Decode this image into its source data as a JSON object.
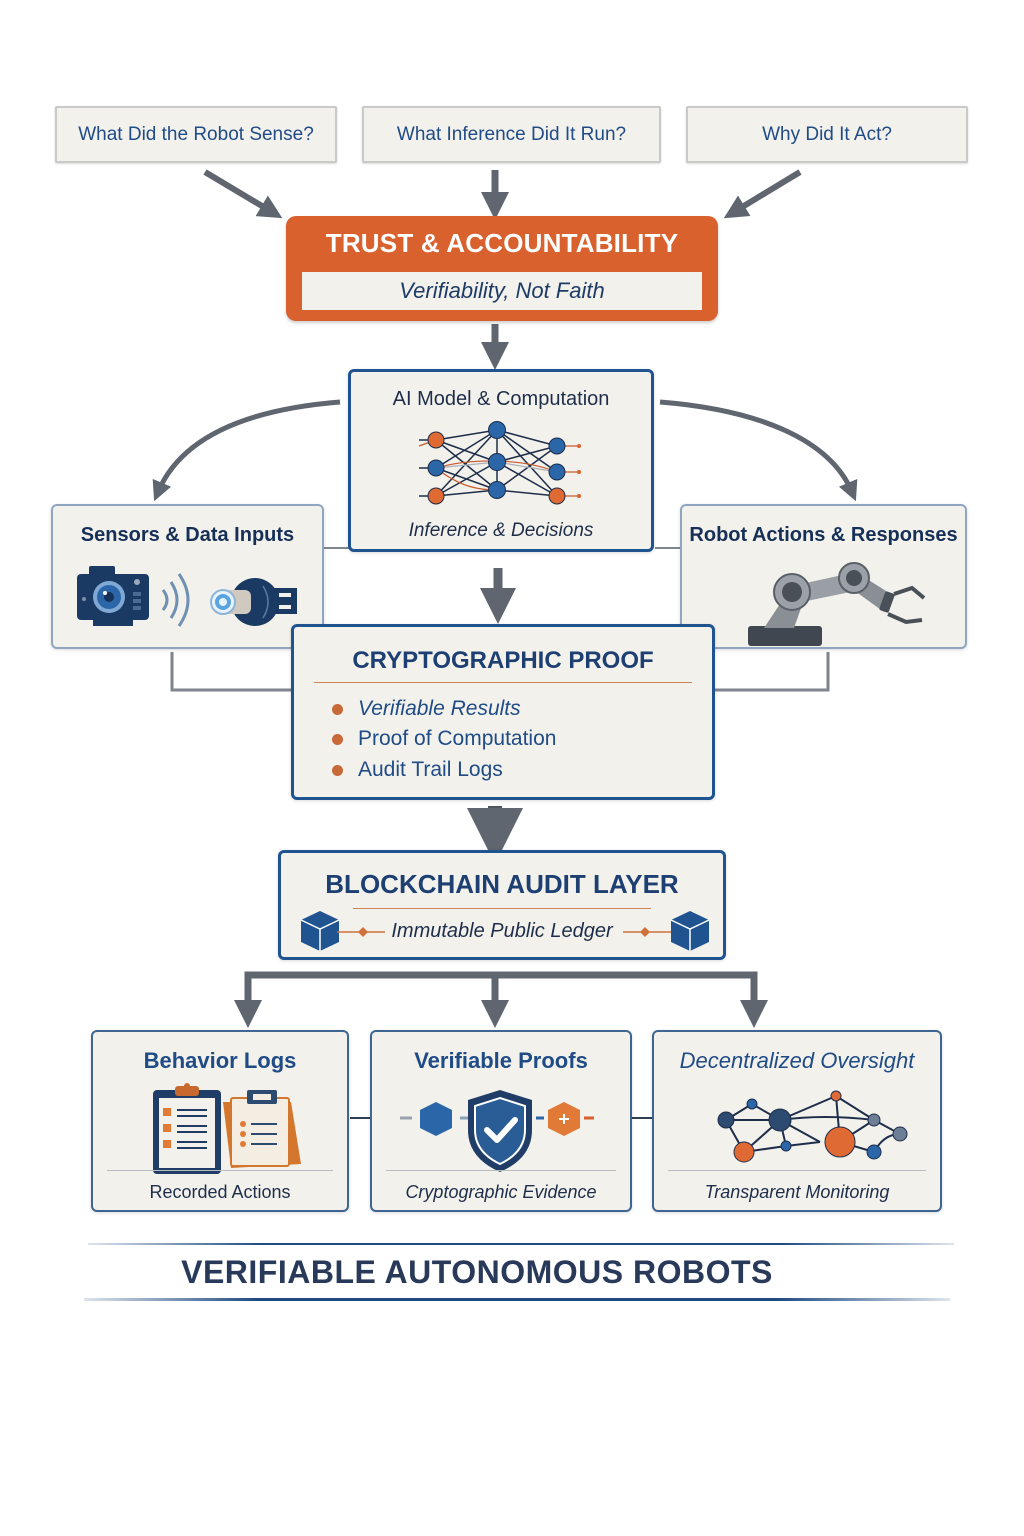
{
  "questions": [
    {
      "label": "What Did the Robot Sense?"
    },
    {
      "label": "What Inference Did It Run?"
    },
    {
      "label": "Why Did It Act?"
    }
  ],
  "trust": {
    "title": "TRUST & ACCOUNTABILITY",
    "subtitle": "Verifiability, Not Faith"
  },
  "ai_model": {
    "title": "AI Model & Computation",
    "subtitle": "Inference & Decisions",
    "icon": "neural-network-icon"
  },
  "sensors": {
    "title": "Sensors & Data Inputs",
    "icons": [
      "camera-icon",
      "signal-waves-icon",
      "lidar-sensor-icon"
    ]
  },
  "actions": {
    "title": "Robot Actions & Responses",
    "icon": "robot-arm-icon"
  },
  "crypto_proof": {
    "title": "CRYPTOGRAPHIC PROOF",
    "items": [
      {
        "label": "Verifiable Results"
      },
      {
        "label": "Proof of Computation"
      },
      {
        "label": "Audit Trail Logs"
      }
    ]
  },
  "blockchain": {
    "title": "BLOCKCHAIN AUDIT LAYER",
    "subtitle": "Immutable Public Ledger",
    "icon": "block-cube-icon"
  },
  "outputs": [
    {
      "title": "Behavior Logs",
      "caption": "Recorded Actions",
      "icon": "clipboard-icon"
    },
    {
      "title": "Verifiable Proofs",
      "caption": "Cryptographic Evidence",
      "icon": "shield-check-icon"
    },
    {
      "title": "Decentralized Oversight",
      "caption": "Transparent Monitoring",
      "icon": "network-graph-icon"
    }
  ],
  "footer": {
    "title": "VERIFIABLE AUTONOMOUS ROBOTS"
  },
  "colors": {
    "navy": "#1d3f72",
    "orange": "#d9612e",
    "card_bg": "#f3f1ec",
    "arrow_grey": "#5f6670"
  }
}
